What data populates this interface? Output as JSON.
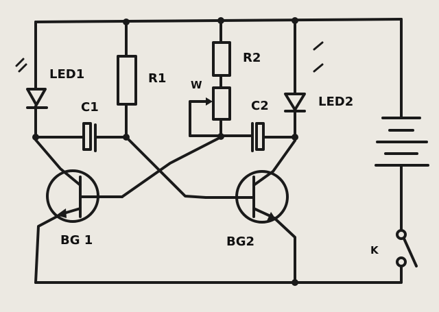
{
  "labels": {
    "led1": "LED1",
    "r1": "R1",
    "c1": "C1",
    "w": "W",
    "r2": "R2",
    "c2": "C2",
    "led2": "LED2",
    "bg1": "BG 1",
    "bg2": "BG2",
    "k": "K"
  },
  "colors": {
    "ink": "#1a1a1a",
    "paper": "#e4e2dc"
  }
}
